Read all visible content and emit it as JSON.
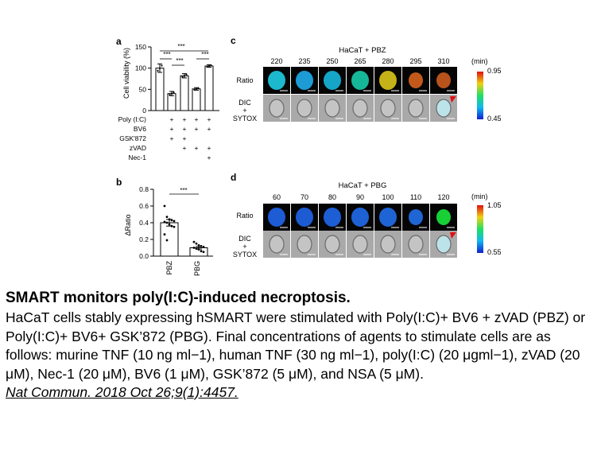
{
  "panels": {
    "a": {
      "label": "a",
      "ylabel": "Cell viability (%)",
      "yticks": [
        "0",
        "50",
        "100",
        "150"
      ],
      "sig": [
        "***",
        "***",
        "***",
        "***"
      ],
      "treatments": [
        {
          "name": "Poly (I:C)",
          "marks": [
            "-",
            "+",
            "+",
            "+",
            "+"
          ]
        },
        {
          "name": "BV6",
          "marks": [
            "-",
            "+",
            "+",
            "+",
            "+"
          ]
        },
        {
          "name": "GSK'872",
          "marks": [
            "-",
            "+",
            "+",
            "-",
            "-"
          ]
        },
        {
          "name": "zVAD",
          "marks": [
            "-",
            "-",
            "+",
            "+",
            "+"
          ]
        },
        {
          "name": "Nec-1",
          "marks": [
            "-",
            "-",
            "-",
            "-",
            "+"
          ]
        }
      ]
    },
    "b": {
      "label": "b",
      "ylabel": "ΔRatio",
      "yticks": [
        "0.0",
        "0.2",
        "0.4",
        "0.6",
        "0.8"
      ],
      "sig": "***",
      "categories": [
        "PBZ",
        "PBG"
      ]
    },
    "c": {
      "label": "c",
      "title": "HaCaT + PBZ",
      "times": [
        "220",
        "235",
        "250",
        "265",
        "280",
        "295",
        "310"
      ],
      "unit": "(min)",
      "row1": "Ratio",
      "row2": [
        "DIC",
        "+",
        "SYTOX"
      ],
      "scale_max": "0.95",
      "scale_min": "0.45"
    },
    "d": {
      "label": "d",
      "title": "HaCaT + PBG",
      "times": [
        "60",
        "70",
        "80",
        "90",
        "100",
        "110",
        "120"
      ],
      "unit": "(min)",
      "row1": "Ratio",
      "row2": [
        "DIC",
        "+",
        "SYTOX"
      ],
      "scale_max": "1.05",
      "scale_min": "0.55"
    }
  },
  "chart_data": [
    {
      "type": "bar",
      "categories": [
        "1",
        "2",
        "3",
        "4",
        "5"
      ],
      "values": [
        100,
        40,
        82,
        51,
        105
      ],
      "errors": [
        10,
        5,
        5,
        3,
        3
      ],
      "ylabel": "Cell viability (%)",
      "ylim": [
        0,
        150
      ]
    },
    {
      "type": "bar",
      "categories": [
        "PBZ",
        "PBG"
      ],
      "values": [
        0.4,
        0.1
      ],
      "errors": [
        0.04,
        0.015
      ],
      "points": [
        [
          0.6,
          0.47,
          0.44,
          0.43,
          0.42,
          0.41,
          0.4,
          0.38,
          0.36,
          0.35,
          0.26,
          0.19
        ],
        [
          0.17,
          0.15,
          0.13,
          0.12,
          0.11,
          0.1,
          0.09,
          0.08,
          0.06,
          0.05
        ]
      ],
      "ylabel": "ΔRatio",
      "ylim": [
        0,
        0.8
      ]
    }
  ],
  "cells": {
    "c_ratio": [
      "#1ec8e0",
      "#1ea8e6",
      "#17b3d8",
      "#18c7a6",
      "#d6c11a",
      "#d2611c",
      "#c85a1e"
    ],
    "c_dic_sytox": [
      false,
      false,
      false,
      false,
      false,
      false,
      true
    ],
    "d_ratio": [
      "#2064e6",
      "#1f63e4",
      "#2066e6",
      "#2169e6",
      "#226de6",
      "#236ee6",
      "#18e23a"
    ],
    "d_dic_sytox": [
      false,
      false,
      false,
      false,
      false,
      false,
      true
    ]
  },
  "caption": {
    "title": "SMART monitors poly(I:C)-induced necroptosis.",
    "body": "HaCaT cells stably expressing hSMART were stimulated with Poly(I:C)+ BV6 + zVAD (PBZ) or Poly(I:C)+ BV6+ GSK’872 (PBG). Final concentrations of agents to stimulate cells are as follows: murine TNF (10 ng ml−1), human TNF (30 ng ml−1), poly(I:C) (20 μgml−1), zVAD (20 μM), Nec-1 (20 μM), BV6 (1 μM), GSK’872 (5 μM), and NSA (5 μM).",
    "citation": "Nat Commun. 2018 Oct 26;9(1):4457."
  }
}
